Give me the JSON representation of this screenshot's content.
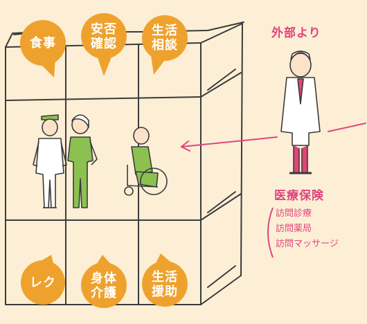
{
  "services_top": [
    {
      "label": "食事"
    },
    {
      "label": "安否\n確認"
    },
    {
      "label": "生活\n相談"
    }
  ],
  "services_bottom": [
    {
      "label": "レク"
    },
    {
      "label": "身体\n介護"
    },
    {
      "label": "生活\n援助"
    }
  ],
  "external": {
    "heading": "外部より",
    "insurance_label": "医療保険",
    "services": [
      "訪問診療",
      "訪問薬局",
      "訪問マッサージ"
    ]
  },
  "colors": {
    "background": "#fcefd6",
    "bubble": "#eea22d",
    "accent": "#e0457b",
    "line": "#3a3a3a",
    "staff_green": "#8cc152"
  },
  "icons": [
    "building-icon",
    "nurse-icon",
    "caregiver-icon",
    "wheelchair-resident-icon",
    "doctor-icon",
    "arrow-left-icon"
  ]
}
